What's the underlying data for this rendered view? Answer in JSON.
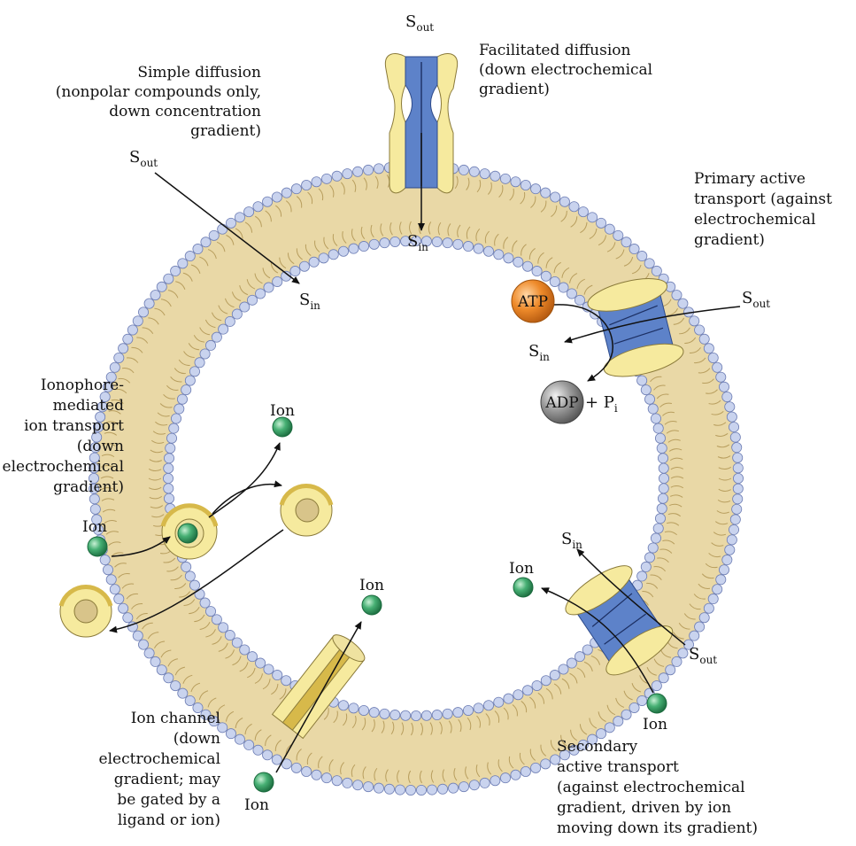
{
  "labels": {
    "simple_diffusion": [
      "Simple diffusion",
      "(nonpolar compounds only,",
      "down concentration",
      "gradient)"
    ],
    "facilitated_diffusion": [
      "Facilitated diffusion",
      "(down electrochemical",
      "gradient)"
    ],
    "primary_active": [
      "Primary active",
      "transport (against",
      "electrochemical",
      "gradient)"
    ],
    "ionophore": [
      "Ionophore-",
      "mediated",
      "ion transport",
      "(down",
      "electrochemical",
      "gradient)"
    ],
    "ion_channel": [
      "Ion channel",
      "(down",
      "electrochemical",
      "gradient; may",
      "be gated by a",
      "ligand or ion)"
    ],
    "secondary_active": [
      "Secondary",
      "active transport",
      "(against electrochemical",
      "gradient, driven by ion",
      "moving down its gradient)"
    ]
  },
  "species": {
    "s": "S",
    "out": "out",
    "in": "in",
    "ion": "Ion",
    "atp": "ATP",
    "adp": "ADP",
    "plus_pi": "+ P",
    "pi_sub": "i"
  },
  "colors": {
    "membrane": "#e9d8a6",
    "head_fill": "#c9d3ee",
    "head_stroke": "#6f7fb5",
    "protein_yellow": "#f6ea9e",
    "protein_blue": "#5d82c9",
    "ion_green": "#3fa66a",
    "atp_orange": "#ee8a2a",
    "adp_gray": "#8a8a8a"
  }
}
